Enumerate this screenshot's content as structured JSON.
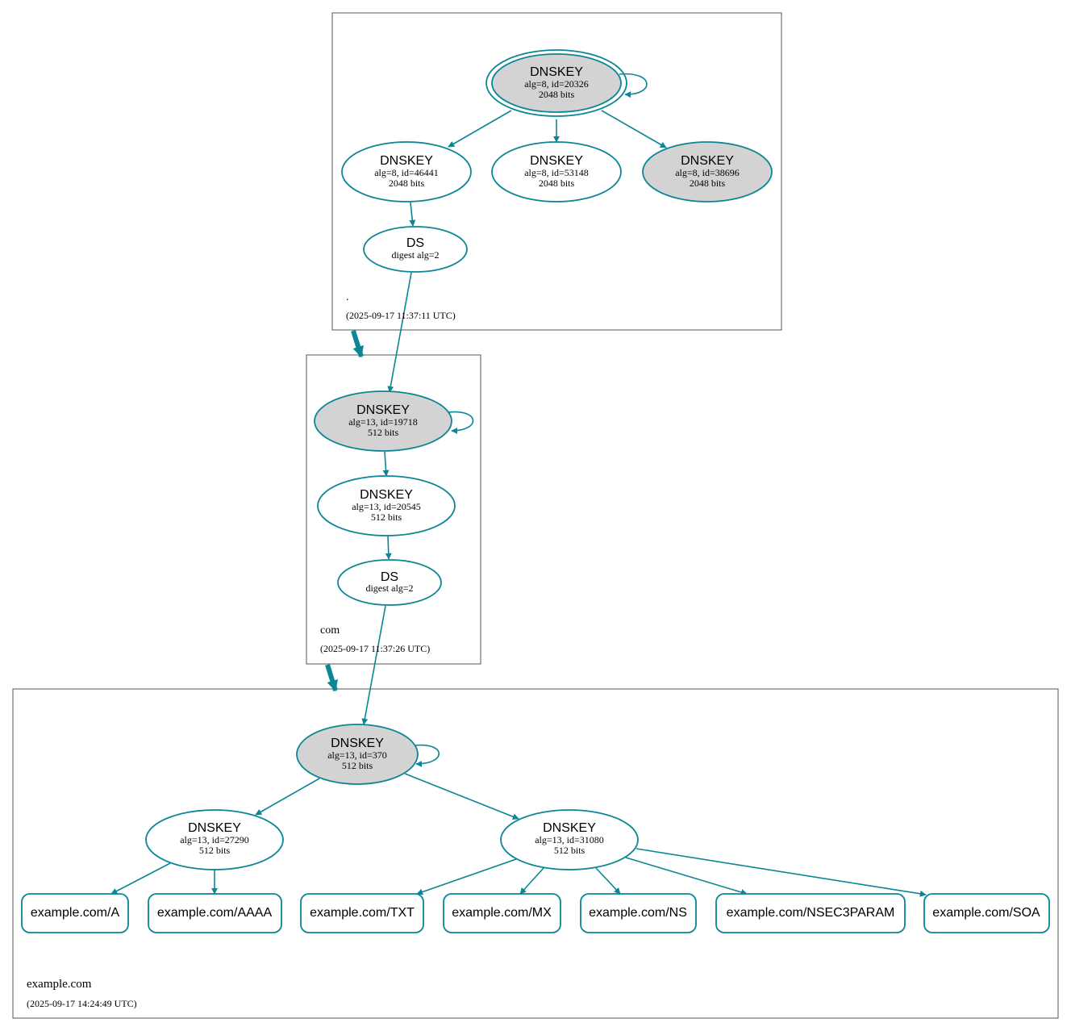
{
  "colors": {
    "edge": "#0a8694",
    "node_fill_ksk": "#d3d3d3",
    "node_fill": "#ffffff",
    "zone_border": "#555555"
  },
  "zones": [
    {
      "name": ".",
      "timestamp": "(2025-09-17 11:37:11 UTC)",
      "nodes": [
        {
          "title": "DNSKEY",
          "line1": "alg=8, id=20326",
          "line2": "2048 bits"
        },
        {
          "title": "DNSKEY",
          "line1": "alg=8, id=46441",
          "line2": "2048 bits"
        },
        {
          "title": "DNSKEY",
          "line1": "alg=8, id=53148",
          "line2": "2048 bits"
        },
        {
          "title": "DNSKEY",
          "line1": "alg=8, id=38696",
          "line2": "2048 bits"
        },
        {
          "title": "DS",
          "line1": "digest alg=2"
        }
      ]
    },
    {
      "name": "com",
      "timestamp": "(2025-09-17 11:37:26 UTC)",
      "nodes": [
        {
          "title": "DNSKEY",
          "line1": "alg=13, id=19718",
          "line2": "512 bits"
        },
        {
          "title": "DNSKEY",
          "line1": "alg=13, id=20545",
          "line2": "512 bits"
        },
        {
          "title": "DS",
          "line1": "digest alg=2"
        }
      ]
    },
    {
      "name": "example.com",
      "timestamp": "(2025-09-17 14:24:49 UTC)",
      "nodes": [
        {
          "title": "DNSKEY",
          "line1": "alg=13, id=370",
          "line2": "512 bits"
        },
        {
          "title": "DNSKEY",
          "line1": "alg=13, id=27290",
          "line2": "512 bits"
        },
        {
          "title": "DNSKEY",
          "line1": "alg=13, id=31080",
          "line2": "512 bits"
        }
      ],
      "rrsets": [
        "example.com/A",
        "example.com/AAAA",
        "example.com/TXT",
        "example.com/MX",
        "example.com/NS",
        "example.com/NSEC3PARAM",
        "example.com/SOA"
      ]
    }
  ]
}
